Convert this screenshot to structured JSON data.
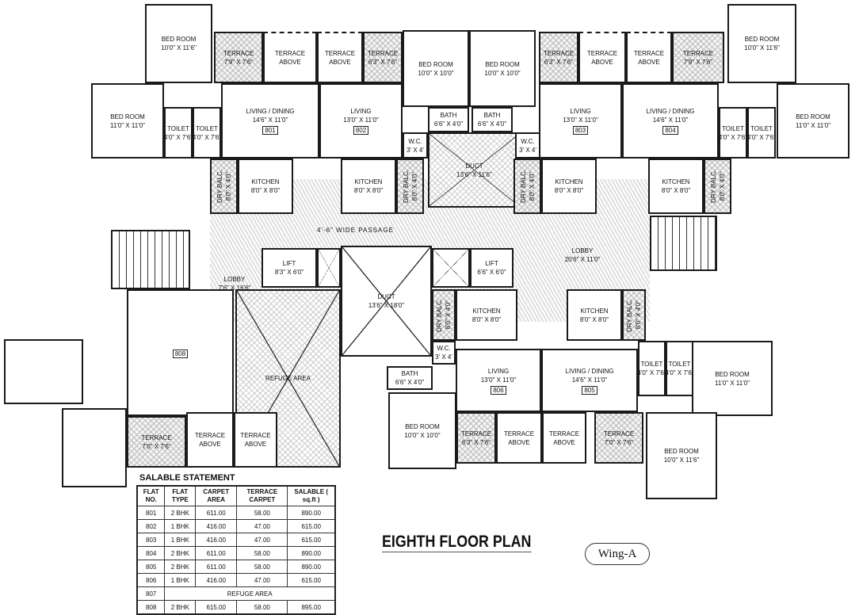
{
  "title": "EIGHTH FLOOR PLAN",
  "wing": "Wing-A",
  "passage_label": "4'-6\" WIDE PASSAGE",
  "rooms": [
    {
      "name": "BED ROOM",
      "dims": "10'0\" X 11'6\""
    },
    {
      "name": "TERRACE",
      "dims": "7'9\" X 7'6\""
    },
    {
      "name": "TERRACE",
      "dims": "ABOVE"
    },
    {
      "name": "TERRACE",
      "dims": "ABOVE"
    },
    {
      "name": "TERRACE",
      "dims": "6'3\" X 7'6\""
    },
    {
      "name": "BED ROOM",
      "dims": "11'0\" X 11'0\""
    },
    {
      "name": "TOILET",
      "dims": "4'0\" X 7'6\""
    },
    {
      "name": "TOILET",
      "dims": "4'0\" X 7'6\""
    },
    {
      "name": "LIVING / DINING",
      "dims": "14'6\" X 11'0\"",
      "flat": "801"
    },
    {
      "name": "LIVING",
      "dims": "13'0\" X 11'0\"",
      "flat": "802"
    },
    {
      "name": "DRY BALC.",
      "dims": "8'0\" X 4'0\""
    },
    {
      "name": "KITCHEN",
      "dims": "8'0\" X 8'0\""
    },
    {
      "name": "KITCHEN",
      "dims": "8'0\" X 8'0\""
    },
    {
      "name": "DRY BALC.",
      "dims": "8'0\" X 4'0\""
    },
    {
      "name": "BED ROOM",
      "dims": "10'0\" X 10'0\""
    },
    {
      "name": "BATH",
      "dims": "6'6\" X 4'0\""
    },
    {
      "name": "W.C.",
      "dims": "3' X 4'"
    },
    {
      "name": "DUCT",
      "dims": "13'6\" X 11'6\""
    },
    {
      "name": "BED ROOM",
      "dims": "10'0\" X 10'0\""
    },
    {
      "name": "BATH",
      "dims": "6'6\" X 4'0\""
    },
    {
      "name": "W.C.",
      "dims": "3' X 4'"
    },
    {
      "name": "TERRACE",
      "dims": "6'3\" X 7'6\""
    },
    {
      "name": "TERRACE",
      "dims": "ABOVE"
    },
    {
      "name": "TERRACE",
      "dims": "ABOVE"
    },
    {
      "name": "TERRACE",
      "dims": "7'9\" X 7'6\""
    },
    {
      "name": "BED ROOM",
      "dims": "10'0\" X 11'6\""
    },
    {
      "name": "BED ROOM",
      "dims": "11'0\" X 11'0\""
    },
    {
      "name": "TOILET",
      "dims": "4'0\" X 7'6\""
    },
    {
      "name": "TOILET",
      "dims": "4'0\" X 7'6\""
    },
    {
      "name": "LIVING",
      "dims": "13'0\" X 11'0\"",
      "flat": "803"
    },
    {
      "name": "LIVING / DINING",
      "dims": "14'6\" X 11'0\"",
      "flat": "804"
    },
    {
      "name": "DRY BALC.",
      "dims": "8'0\" X 4'0\""
    },
    {
      "name": "KITCHEN",
      "dims": "8'0\" X 8'0\""
    },
    {
      "name": "KITCHEN",
      "dims": "8'0\" X 8'0\""
    },
    {
      "name": "DRY BALC.",
      "dims": "8'0\" X 4'0\""
    },
    {
      "name": "LOBBY",
      "dims": "7'6\" X 16'6\""
    },
    {
      "name": "LIFT",
      "dims": "8'3\" X 6'0\""
    },
    {
      "name": "",
      "dims": ""
    },
    {
      "name": "DUCT",
      "dims": "13'6\" X 18'0\""
    },
    {
      "name": "",
      "dims": ""
    },
    {
      "name": "LIFT",
      "dims": "6'6\" X 6'0\""
    },
    {
      "name": "LOBBY",
      "dims": "20'6\" X 11'0\""
    },
    {
      "name": "DRY BALC.",
      "dims": "8'0\" X 4'0\""
    },
    {
      "name": "KITCHEN",
      "dims": "8'0\" X 8'0\""
    },
    {
      "name": "W.C.",
      "dims": "3' X 4'"
    },
    {
      "name": "KITCHEN",
      "dims": "8'0\" X 8'0\""
    },
    {
      "name": "DRY BALC.",
      "dims": "8'0\" X 4'0\""
    },
    {
      "name": "REFUGE AREA",
      "dims": ""
    },
    {
      "name": "BATH",
      "dims": "6'6\" X 4'0\""
    },
    {
      "name": "LIVING",
      "dims": "13'0\" X 11'0\"",
      "flat": "806"
    },
    {
      "name": "LIVING / DINING",
      "dims": "14'6\" X 11'0\"",
      "flat": "805"
    },
    {
      "name": "TOILET",
      "dims": "4'0\" X 7'6\""
    },
    {
      "name": "TOILET",
      "dims": "4'0\" X 7'6\""
    },
    {
      "name": "BED ROOM",
      "dims": "11'0\" X 11'0\""
    },
    {
      "name": "BED ROOM",
      "dims": "10'0\" X 10'0\""
    },
    {
      "name": "TERRACE",
      "dims": "6'3\" X 7'6\""
    },
    {
      "name": "TERRACE",
      "dims": "ABOVE"
    },
    {
      "name": "TERRACE",
      "dims": "ABOVE"
    },
    {
      "name": "TERRACE",
      "dims": "7'0\" X 7'6\""
    },
    {
      "name": "BED ROOM",
      "dims": "10'0\" X 11'6\""
    },
    {
      "name": "",
      "dims": ""
    },
    {
      "name": "",
      "dims": ""
    },
    {
      "name": "",
      "dims": "",
      "flat": "808"
    },
    {
      "name": "",
      "dims": ""
    },
    {
      "name": "",
      "dims": ""
    },
    {
      "name": "TERRACE",
      "dims": "7'0\" X 7'6\""
    },
    {
      "name": "TERRACE",
      "dims": "ABOVE"
    },
    {
      "name": "TERRACE",
      "dims": "ABOVE"
    }
  ],
  "salable_statement": {
    "title": "SALABLE STATEMENT",
    "headers": [
      "FLAT NO.",
      "FLAT TYPE",
      "CARPET AREA",
      "TERRACE CARPET",
      "SALABLE ( sq.ft )"
    ],
    "rows": [
      [
        "801",
        "2 BHK",
        "611.00",
        "58.00",
        "890.00"
      ],
      [
        "802",
        "1 BHK",
        "416.00",
        "47.00",
        "615.00"
      ],
      [
        "803",
        "1 BHK",
        "416.00",
        "47.00",
        "615.00"
      ],
      [
        "804",
        "2 BHK",
        "611.00",
        "58.00",
        "890.00"
      ],
      [
        "805",
        "2 BHK",
        "611.00",
        "58.00",
        "890.00"
      ],
      [
        "806",
        "1 BHK",
        "416.00",
        "47.00",
        "615.00"
      ],
      [
        "807",
        "REFUGE AREA"
      ],
      [
        "808",
        "2 BHK",
        "615.00",
        "58.00",
        "895.00"
      ]
    ]
  }
}
